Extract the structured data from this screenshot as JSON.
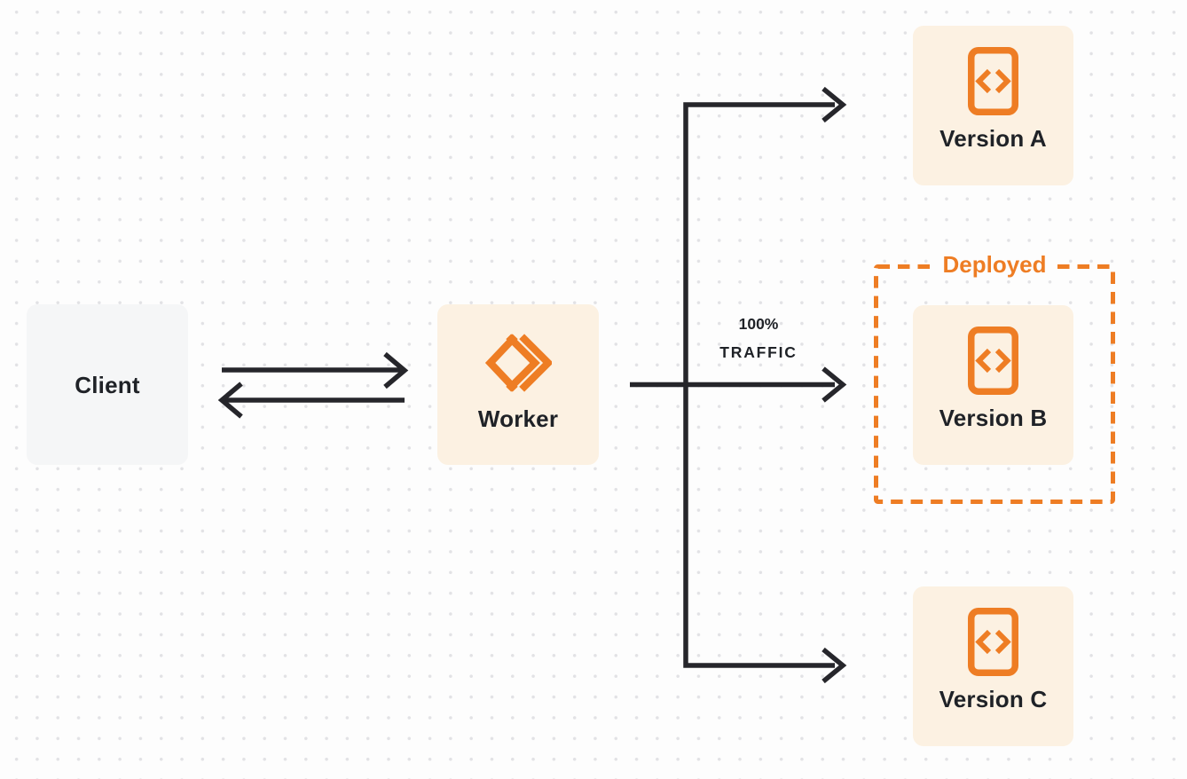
{
  "colors": {
    "orange": "#ee7d24",
    "ink": "#26262b",
    "node_cream_bg": "#fcf1e2",
    "client_bg": "#f5f6f7",
    "page_bg": "#fdfdfd",
    "dot_grid": "#e2e2e5"
  },
  "nodes": {
    "client": {
      "label": "Client"
    },
    "worker": {
      "label": "Worker",
      "icon": "cloudflare-workers-icon"
    },
    "version_a": {
      "label": "Version A",
      "icon": "code-file-icon"
    },
    "version_b": {
      "label": "Version B",
      "icon": "code-file-icon"
    },
    "version_c": {
      "label": "Version C",
      "icon": "code-file-icon"
    }
  },
  "groups": {
    "deployed": {
      "label": "Deployed",
      "contains": [
        "version_b"
      ]
    }
  },
  "edges": {
    "client_worker": {
      "from": "client",
      "to": "worker",
      "bidirectional": true
    },
    "worker_version_a": {
      "from": "worker",
      "to": "version_a"
    },
    "worker_version_b": {
      "from": "worker",
      "to": "version_b",
      "label_line1": "100%",
      "label_line2": "TRAFFIC"
    },
    "worker_version_c": {
      "from": "worker",
      "to": "version_c"
    }
  }
}
